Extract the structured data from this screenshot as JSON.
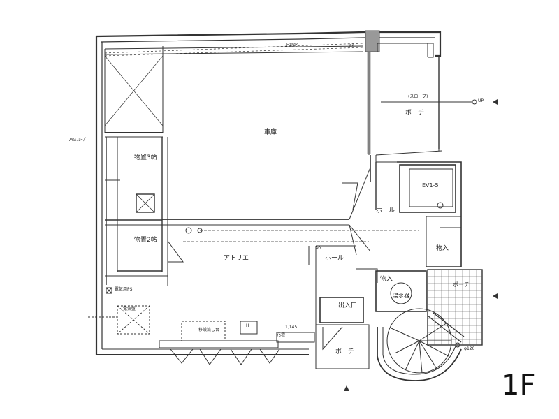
{
  "floor_label": "1F",
  "rooms": {
    "garage": "車庫",
    "porch_top": "ポーチ",
    "storage3": "物置3帖",
    "storage2": "物置2帖",
    "atelier": "アトリエ",
    "hall_right": "ホール",
    "hall_left": "ホール",
    "ev": "EV1-5",
    "storage_small": "物入",
    "storage_heater": "物入",
    "water_heater": "湯水器",
    "entrance": "出入口",
    "porch_bottom": "ポーチ",
    "porch_right": "ポーチ"
  },
  "notes": {
    "upper_ps": "上部PS",
    "slope": "(スロープ)",
    "up": "UP",
    "ramp_label": "7%:ｽﾛｰﾌﾟ",
    "elec_ps": "電気用PS",
    "meter": "電気盤",
    "sink": "移設流し台",
    "h_mark": "H",
    "sn": "SN",
    "flower_bed": "花壇",
    "dim": "1,145",
    "diameter": "φ120",
    "fs": "FS"
  }
}
